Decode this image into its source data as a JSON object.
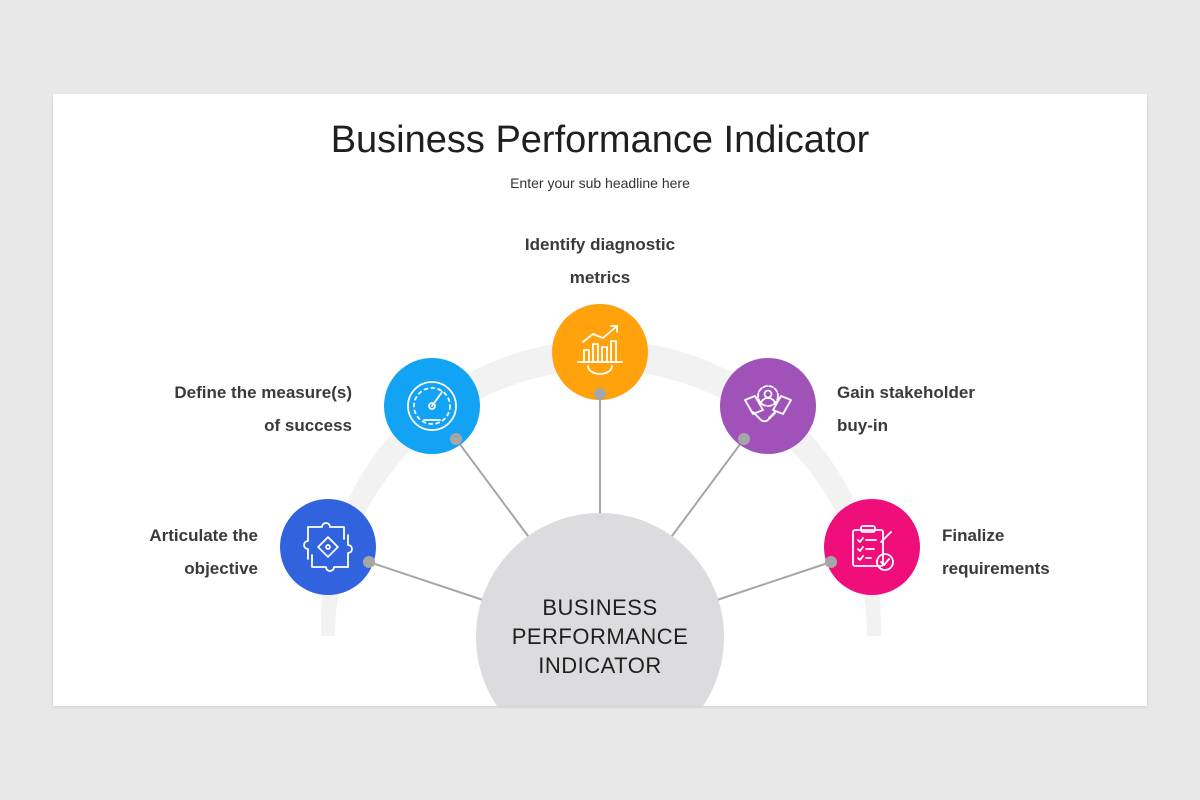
{
  "title": "Business Performance Indicator",
  "subtitle": "Enter your sub headline here",
  "center": {
    "lines": [
      "BUSINESS",
      "PERFORMANCE",
      "INDICATOR"
    ]
  },
  "items": [
    {
      "label_lines": [
        "Articulate the",
        "objective"
      ],
      "color": "#3263df",
      "icon": "handshake-puzzle-icon"
    },
    {
      "label_lines": [
        "Define the measure(s)",
        "of success"
      ],
      "color": "#12a3f5",
      "icon": "speedometer-icon"
    },
    {
      "label_lines": [
        "Identify diagnostic",
        "metrics"
      ],
      "color": "#ffa20c",
      "icon": "chart-gear-icon"
    },
    {
      "label_lines": [
        "Gain stakeholder",
        "buy-in"
      ],
      "color": "#a052b8",
      "icon": "stakeholder-handshake-icon"
    },
    {
      "label_lines": [
        "Finalize",
        "requirements"
      ],
      "color": "#f00e7a",
      "icon": "clipboard-check-icon"
    }
  ],
  "colors": {
    "arc": "#f2f2f3",
    "center_circle": "#dcdcde",
    "connector": "#a6a6a6",
    "page_bg": "#e9e8e9"
  }
}
